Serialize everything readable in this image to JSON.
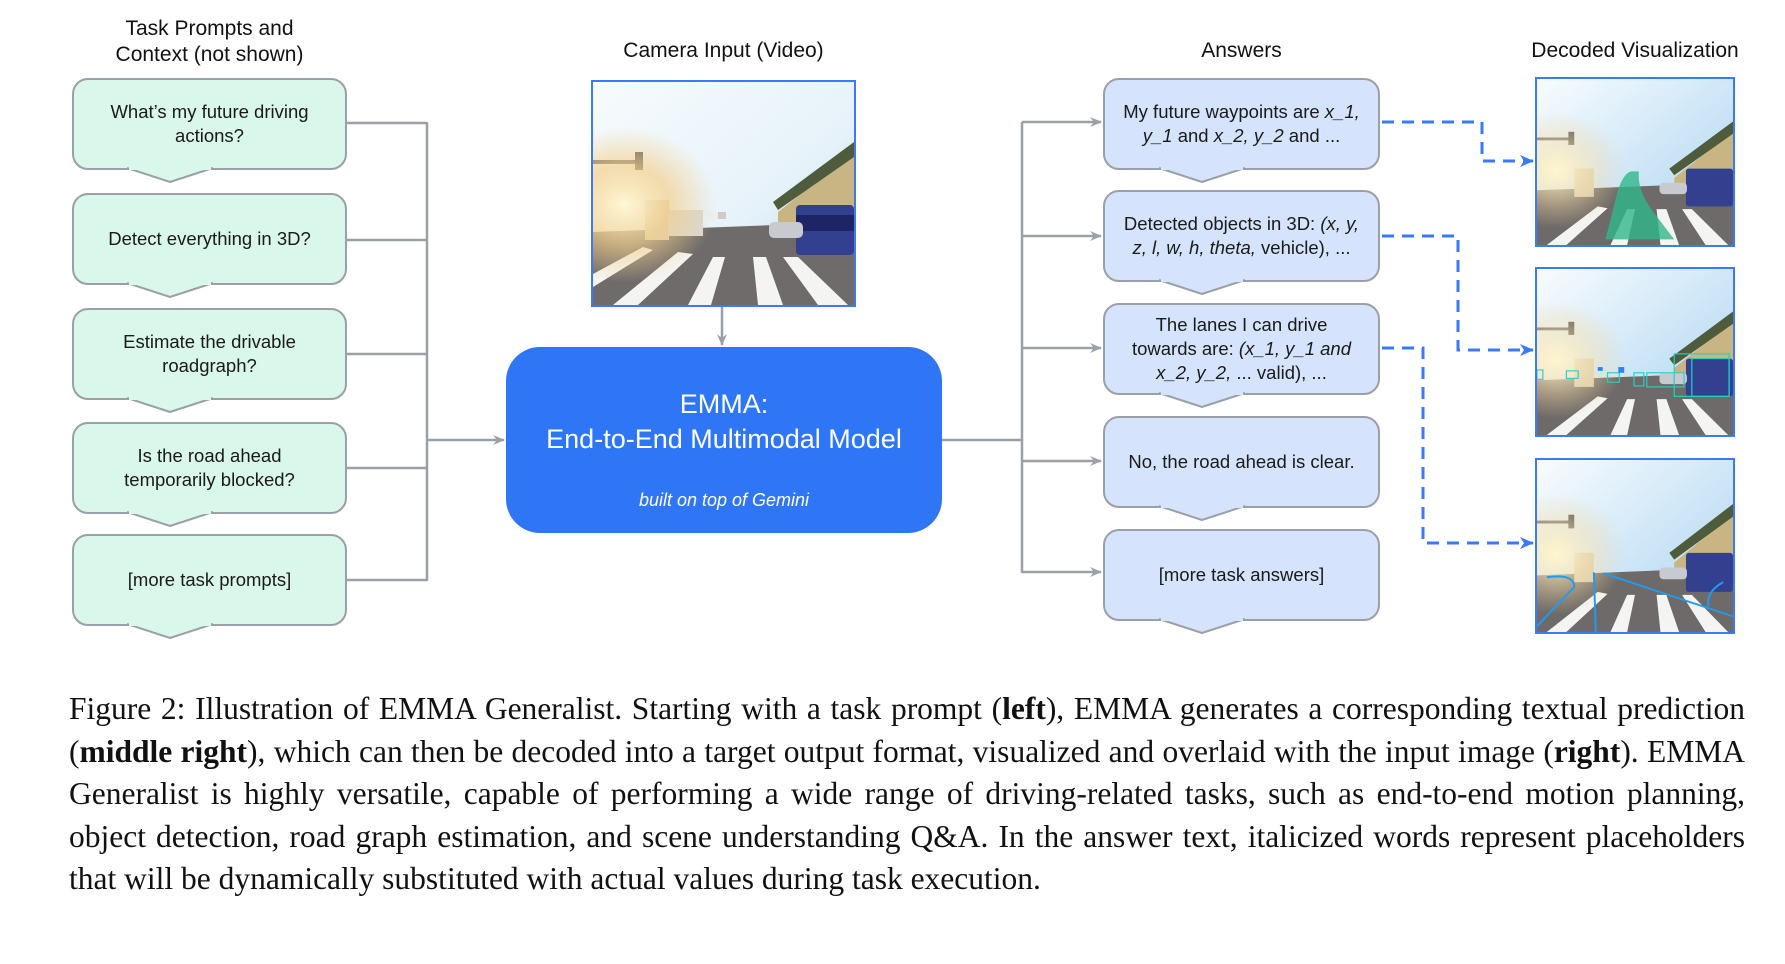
{
  "columns": {
    "prompts_title_line1": "Task Prompts and",
    "prompts_title_line2": "Context (not shown)",
    "camera_title": "Camera Input (Video)",
    "answers_title": "Answers",
    "decoded_title": "Decoded Visualization"
  },
  "prompts": [
    {
      "text": "What’s my future driving actions?"
    },
    {
      "text": "Detect everything in 3D?"
    },
    {
      "text": "Estimate the drivable roadgraph?"
    },
    {
      "text": "Is the road ahead temporarily blocked?"
    },
    {
      "text": "[more task prompts]"
    }
  ],
  "model": {
    "name_line1": "EMMA:",
    "name_line2": "End-to-End Multimodal Model",
    "subtitle": "built on top of Gemini",
    "color": "#2f76f6"
  },
  "answers": [
    {
      "segments": [
        {
          "t": "My future waypoints are "
        },
        {
          "t": "x_1, y_1",
          "i": true
        },
        {
          "t": " and "
        },
        {
          "t": "x_2, y_2",
          "i": true
        },
        {
          "t": " and ..."
        }
      ]
    },
    {
      "segments": [
        {
          "t": "Detected objects in 3D: "
        },
        {
          "t": "(x, y, z, l, w, h, theta,",
          "i": true
        },
        {
          "t": " vehicle), ..."
        }
      ]
    },
    {
      "segments": [
        {
          "t": "The lanes I can drive towards are: "
        },
        {
          "t": "(x_1, y_1 and x_2, y_2,",
          "i": true
        },
        {
          "t": " ... valid), ..."
        }
      ]
    },
    {
      "segments": [
        {
          "t": "No, the road ahead is clear."
        }
      ]
    },
    {
      "segments": [
        {
          "t": "[more task answers]"
        }
      ]
    }
  ],
  "visualizations": [
    {
      "name": "waypoints",
      "overlay": "green-path"
    },
    {
      "name": "3d-detection",
      "overlay": "cyan-boxes"
    },
    {
      "name": "roadgraph",
      "overlay": "blue-lane-lines"
    }
  ],
  "colors": {
    "prompt_fill": "#d9f7ea",
    "answer_fill": "#d5e3fc",
    "connector": "#9aa0a6",
    "dashed_arrow": "#3a7bf5"
  },
  "caption": {
    "label": "Figure 2:",
    "segments": [
      {
        "t": "Figure 2:  Illustration of EMMA Generalist.  Starting with a task prompt ("
      },
      {
        "t": "left",
        "b": true
      },
      {
        "t": "), EMMA generates a corresponding textual prediction ("
      },
      {
        "t": "middle right",
        "b": true
      },
      {
        "t": "), which can then be decoded into a target output format, visualized and overlaid with the input image ("
      },
      {
        "t": "right",
        "b": true
      },
      {
        "t": ").  EMMA Generalist is highly versatile, capable of performing a wide range of driving-related tasks, such as end-to-end motion planning, object detection, road graph estimation, and scene understanding Q&A. In the answer text, italicized words represent placeholders that will be dynamically substituted with actual values during task execution."
      }
    ]
  }
}
